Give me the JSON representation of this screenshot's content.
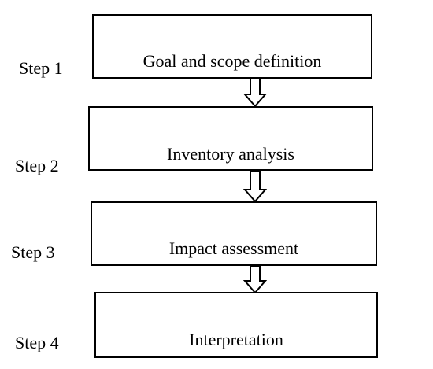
{
  "diagram": {
    "steps": [
      {
        "label": "Step 1",
        "title": "Goal and scope definition"
      },
      {
        "label": "Step 2",
        "title": "Inventory analysis"
      },
      {
        "label": "Step 3",
        "title": "Impact assessment"
      },
      {
        "label": "Step 4",
        "title": "Interpretation"
      }
    ],
    "colors": {
      "stroke": "#000000",
      "background": "#ffffff"
    }
  }
}
